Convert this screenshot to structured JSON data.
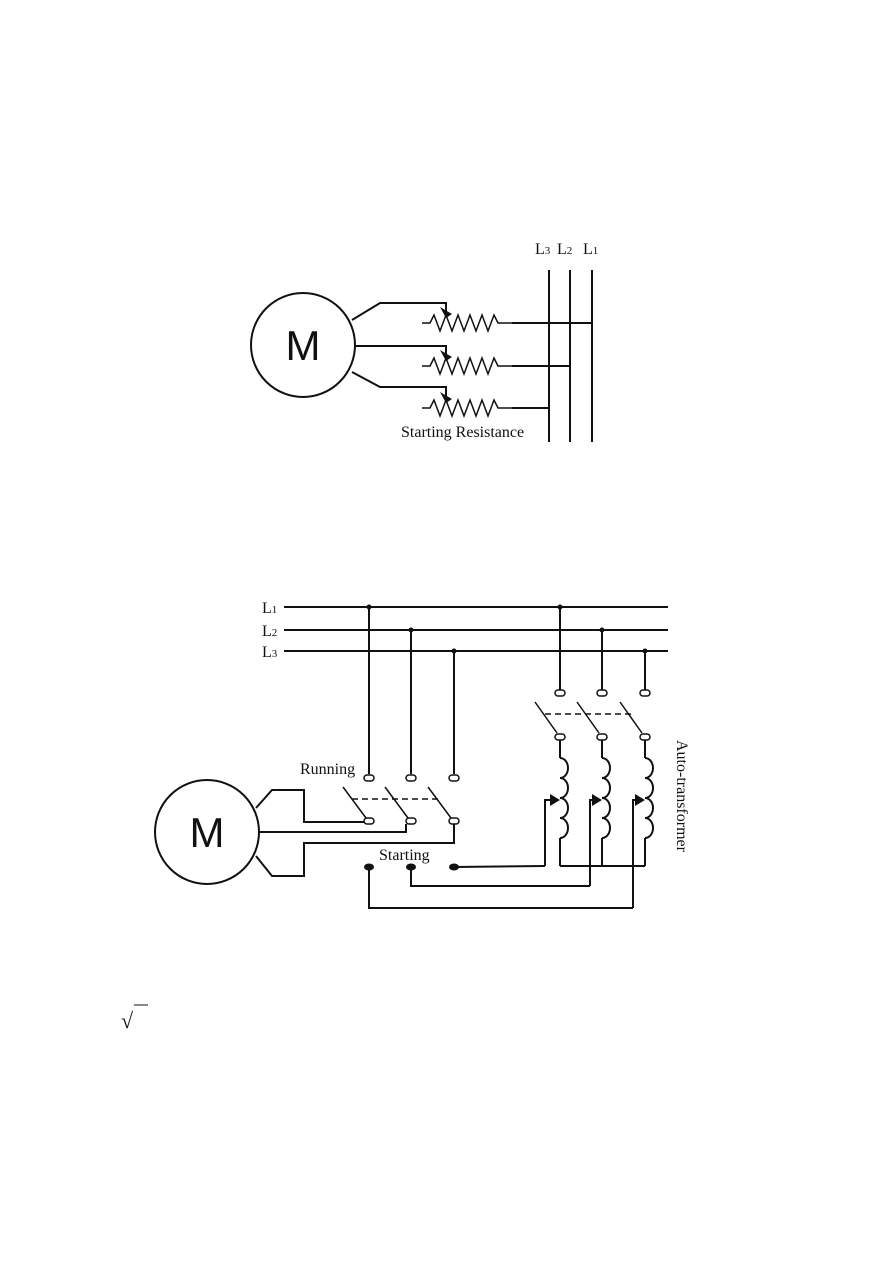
{
  "diagram1": {
    "motor_label": "M",
    "lines": [
      {
        "main": "L",
        "sub": "3"
      },
      {
        "main": "L",
        "sub": "2"
      },
      {
        "main": "L",
        "sub": "1"
      }
    ],
    "resistance_label": "Starting Resistance"
  },
  "diagram2": {
    "motor_label": "M",
    "lines": [
      {
        "main": "L",
        "sub": "1"
      },
      {
        "main": "L",
        "sub": "2"
      },
      {
        "main": "L",
        "sub": "3"
      }
    ],
    "running_label": "Running",
    "starting_label": "Starting",
    "autotransformer_label": "Auto-transformer"
  },
  "footer": {
    "symbol": "√"
  }
}
